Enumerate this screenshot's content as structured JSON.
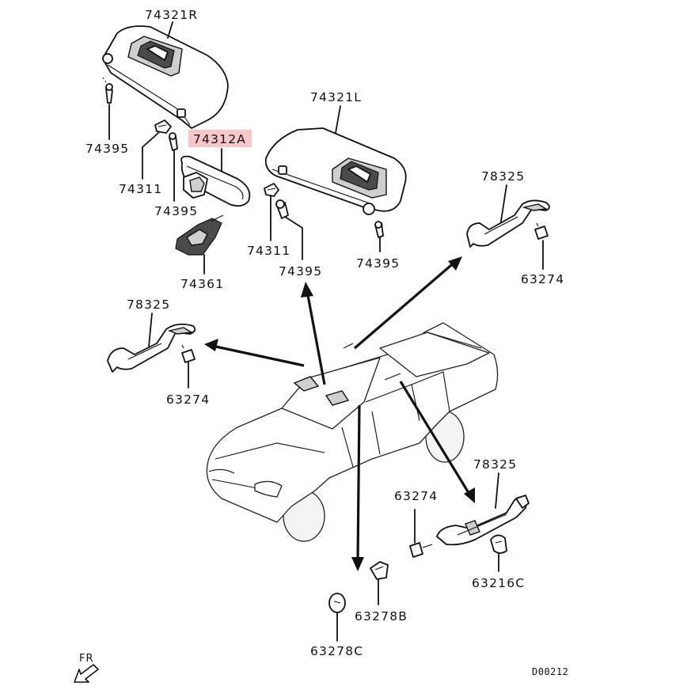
{
  "labels": {
    "visor_right": "74321R",
    "visor_left": "74321L",
    "mirror": "74312A",
    "screw_a": "74395",
    "screw_b": "74395",
    "screw_c": "74395",
    "screw_d": "74395",
    "holder_a": "74311",
    "holder_b": "74311",
    "mirror_cover": "74361",
    "grip_left": "78325",
    "grip_right_top": "78325",
    "grip_right_bottom": "78325",
    "bolt_a": "63274",
    "bolt_b": "63274",
    "bolt_c": "63274",
    "clip_c": "63216C",
    "cap_b": "63278B",
    "cap_c": "63278C"
  },
  "highlight_color": "#f7c6c8",
  "direction_label": "FR",
  "diagram_code": "D00212",
  "icons": {
    "front_direction": "fr-arrow-icon"
  }
}
